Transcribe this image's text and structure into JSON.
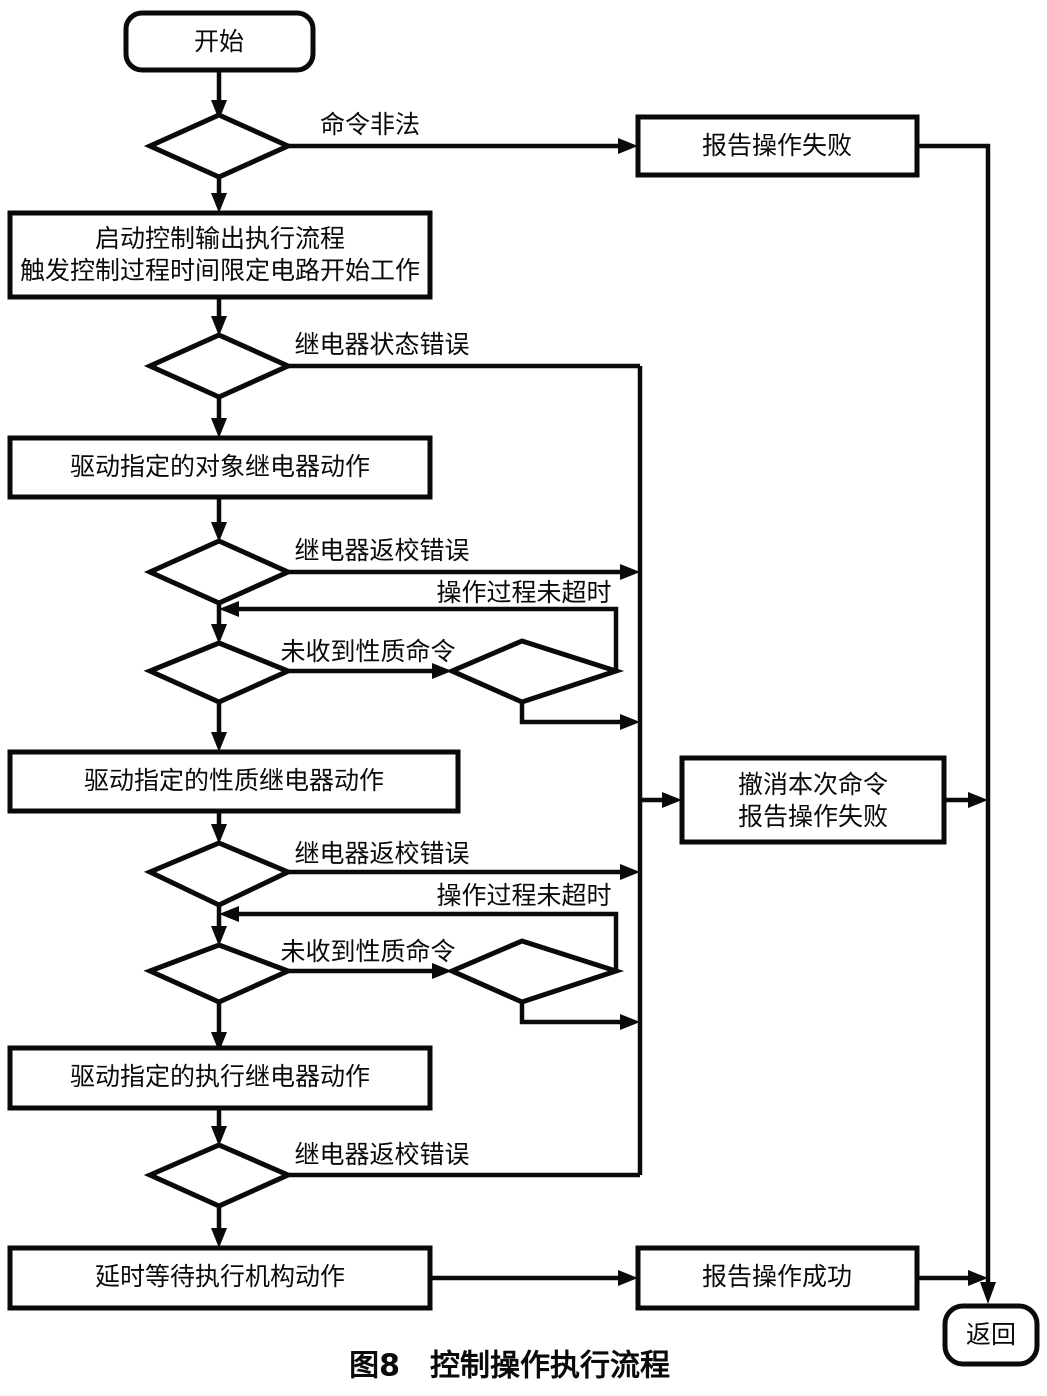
{
  "figure": {
    "caption_number": "图8",
    "caption_title": "控制操作执行流程",
    "type": "flowchart",
    "language": "zh-CN",
    "line_color": "#0a0a0a",
    "fill_color": "#ffffff"
  },
  "nodes": {
    "start": {
      "label": "开始",
      "shape": "terminal"
    },
    "decision_command_illegal": {
      "shape": "diamond"
    },
    "process_start_control": {
      "shape": "rect",
      "line1": "启动控制输出执行流程",
      "line2": "触发控制过程时间限定电路开始工作"
    },
    "decision_relay_state": {
      "shape": "diamond"
    },
    "process_drive_object_relay": {
      "shape": "rect",
      "label": "驱动指定的对象继电器动作"
    },
    "decision_relay_check_1": {
      "shape": "diamond"
    },
    "decision_nature_cmd_1": {
      "shape": "diamond"
    },
    "decision_timeout_1": {
      "shape": "diamond"
    },
    "process_drive_nature_relay": {
      "shape": "rect",
      "label": "驱动指定的性质继电器动作"
    },
    "decision_relay_check_2": {
      "shape": "diamond"
    },
    "decision_nature_cmd_2": {
      "shape": "diamond"
    },
    "decision_timeout_2": {
      "shape": "diamond"
    },
    "process_drive_exec_relay": {
      "shape": "rect",
      "label": "驱动指定的执行继电器动作"
    },
    "decision_relay_check_3": {
      "shape": "diamond"
    },
    "process_delay_wait": {
      "shape": "rect",
      "label": "延时等待执行机构动作"
    },
    "report_fail_top": {
      "shape": "rect",
      "label": "报告操作失败"
    },
    "cancel_and_fail": {
      "shape": "rect",
      "line1": "撤消本次命令",
      "line2": "报告操作失败"
    },
    "report_success": {
      "shape": "rect",
      "label": "报告操作成功"
    },
    "end_return": {
      "label": "返回",
      "shape": "terminal"
    }
  },
  "edge_labels": {
    "command_illegal": "命令非法",
    "relay_state_error": "继电器状态错误",
    "relay_check_error_1": "继电器返校错误",
    "not_timed_out_1": "操作过程未超时",
    "no_nature_command_1": "未收到性质命令",
    "relay_check_error_2": "继电器返校错误",
    "not_timed_out_2": "操作过程未超时",
    "no_nature_command_2": "未收到性质命令",
    "relay_check_error_3": "继电器返校错误"
  }
}
